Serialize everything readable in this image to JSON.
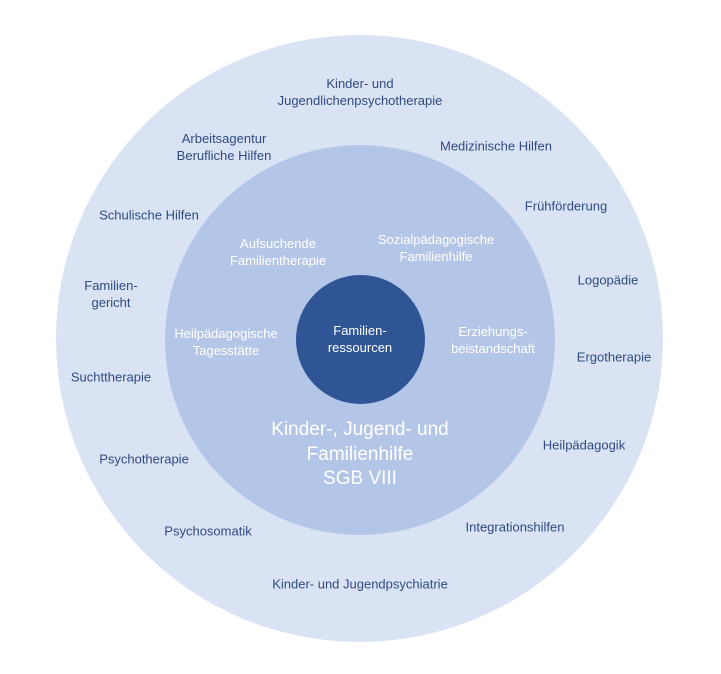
{
  "outer_ring": {
    "kinder_psychotherapie": "Kinder- und\nJugendlichenpsychotherapie",
    "arbeitsagentur": "Arbeitsagentur\nBerufliche Hilfen",
    "medizinische": "Medizinische Hilfen",
    "schulische": "Schulische Hilfen",
    "fruehfoerderung": "Frühförderung",
    "familiengericht": "Familien-\ngericht",
    "logopaedie": "Logopädie",
    "suchttherapie": "Suchttherapie",
    "ergotherapie": "Ergotherapie",
    "psychotherapie": "Psychotherapie",
    "heilpaedagogik": "Heilpädagogik",
    "psychosomatik": "Psychosomatik",
    "integrationshilfen": "Integrationshilfen",
    "jugendpsychiatrie": "Kinder- und Jugendpsychiatrie"
  },
  "middle_ring": {
    "aufsuchende": "Aufsuchende\nFamilientherapie",
    "sozialpaedagogische": "Sozialpädagogische\nFamilienhilfe",
    "heilpaedagogische": "Heilpädagogische\nTagesstätte",
    "erziehungsbeistand": "Erziehungs-\nbeistandschaft",
    "main": "Kinder-, Jugend- und\nFamilienhilfe\nSGB VIII"
  },
  "core": {
    "label": "Familien-\nressourcen"
  },
  "colors": {
    "outer_ring": "#dae3f3",
    "middle_ring": "#b4c6e7",
    "inner_circle": "#2f5597",
    "outer_text": "#2f4b80",
    "inner_text": "#ffffff"
  }
}
